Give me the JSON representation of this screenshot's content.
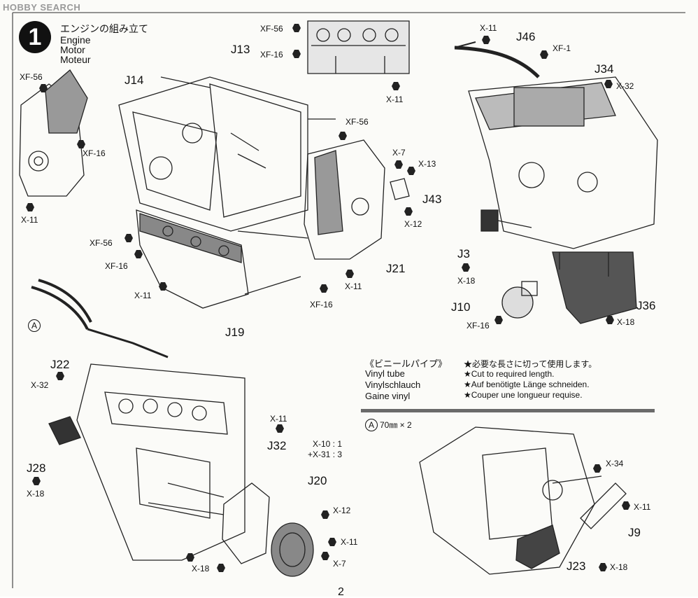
{
  "watermark": "HOBBY SEARCH",
  "step": {
    "number": "1",
    "title_jp": "エンジンの組み立て",
    "title_en": "Engine",
    "title_de": "Motor",
    "title_fr": "Moteur"
  },
  "vinyl": {
    "title_jp": "《ビニールパイプ》",
    "title_en": "Vinyl tube",
    "title_de": "Vinylschlauch",
    "title_fr": "Gaine vinyl",
    "note_jp": "★必要な長さに切って使用します。",
    "note_en": "★Cut to required length.",
    "note_de": "★Auf benötigte Länge schneiden.",
    "note_fr": "★Couper une longueur requise.",
    "tube_mark": "A",
    "tube_size": "70㎜ × 2"
  },
  "labels": {
    "j13": "J13",
    "j14": "J14",
    "j19": "J19",
    "j21": "J21",
    "j43": "J43",
    "j46": "J46",
    "j34": "J34",
    "j3": "J3",
    "j10": "J10",
    "j36": "J36",
    "j22": "J22",
    "j28": "J28",
    "j32": "J32",
    "j20": "J20",
    "j9": "J9",
    "j23": "J23",
    "xf56_a": "XF-56",
    "xf16_a": "XF-16",
    "x11_a": "X-11",
    "xf56_b": "XF-56",
    "xf16_b": "XF-16",
    "x11_b": "X-11",
    "xf56_c": "XF-56",
    "xf16_c": "XF-16",
    "x11_c": "X-11",
    "xf56_d": "XF-56",
    "x7_a": "X-7",
    "x13": "X-13",
    "x12_a": "X-12",
    "x11_d": "X-11",
    "xf16_d": "XF-16",
    "x11_e": "X-11",
    "xf1": "XF-1",
    "x32_a": "X-32",
    "x18_a": "X-18",
    "xf16_e": "XF-16",
    "x18_b": "X-18",
    "x32_b": "X-32",
    "x18_c": "X-18",
    "x11_f": "X-11",
    "mix1": "X-10 : 1",
    "mix2": "+X-31 : 3",
    "x12_b": "X-12",
    "x11_g": "X-11",
    "x7_b": "X-7",
    "x18_d": "X-18",
    "x34": "X-34",
    "x11_h": "X-11",
    "x18_e": "X-18",
    "a_mark": "A"
  },
  "page_number": "2"
}
